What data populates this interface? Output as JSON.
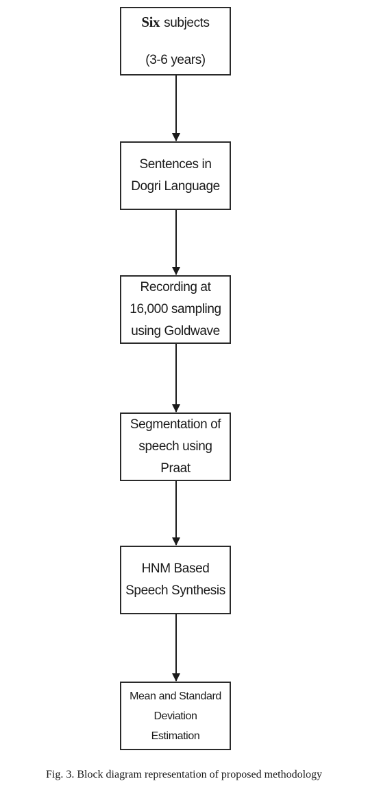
{
  "diagram": {
    "boxes": [
      {
        "lead": "Six",
        "lines": [
          "subjects",
          "(3-6 years)"
        ]
      },
      {
        "lines": [
          "Sentences in",
          "Dogri Language"
        ]
      },
      {
        "lines": [
          "Recording at",
          "16,000 sampling",
          "using Goldwave"
        ]
      },
      {
        "lines": [
          "Segmentation of",
          "speech using",
          "Praat"
        ]
      },
      {
        "lines": [
          "HNM Based",
          "Speech Synthesis"
        ]
      },
      {
        "lines": [
          "Mean and Standard",
          "Deviation",
          "Estimation"
        ]
      }
    ],
    "caption": "Fig. 3. Block diagram representation of proposed methodology"
  }
}
